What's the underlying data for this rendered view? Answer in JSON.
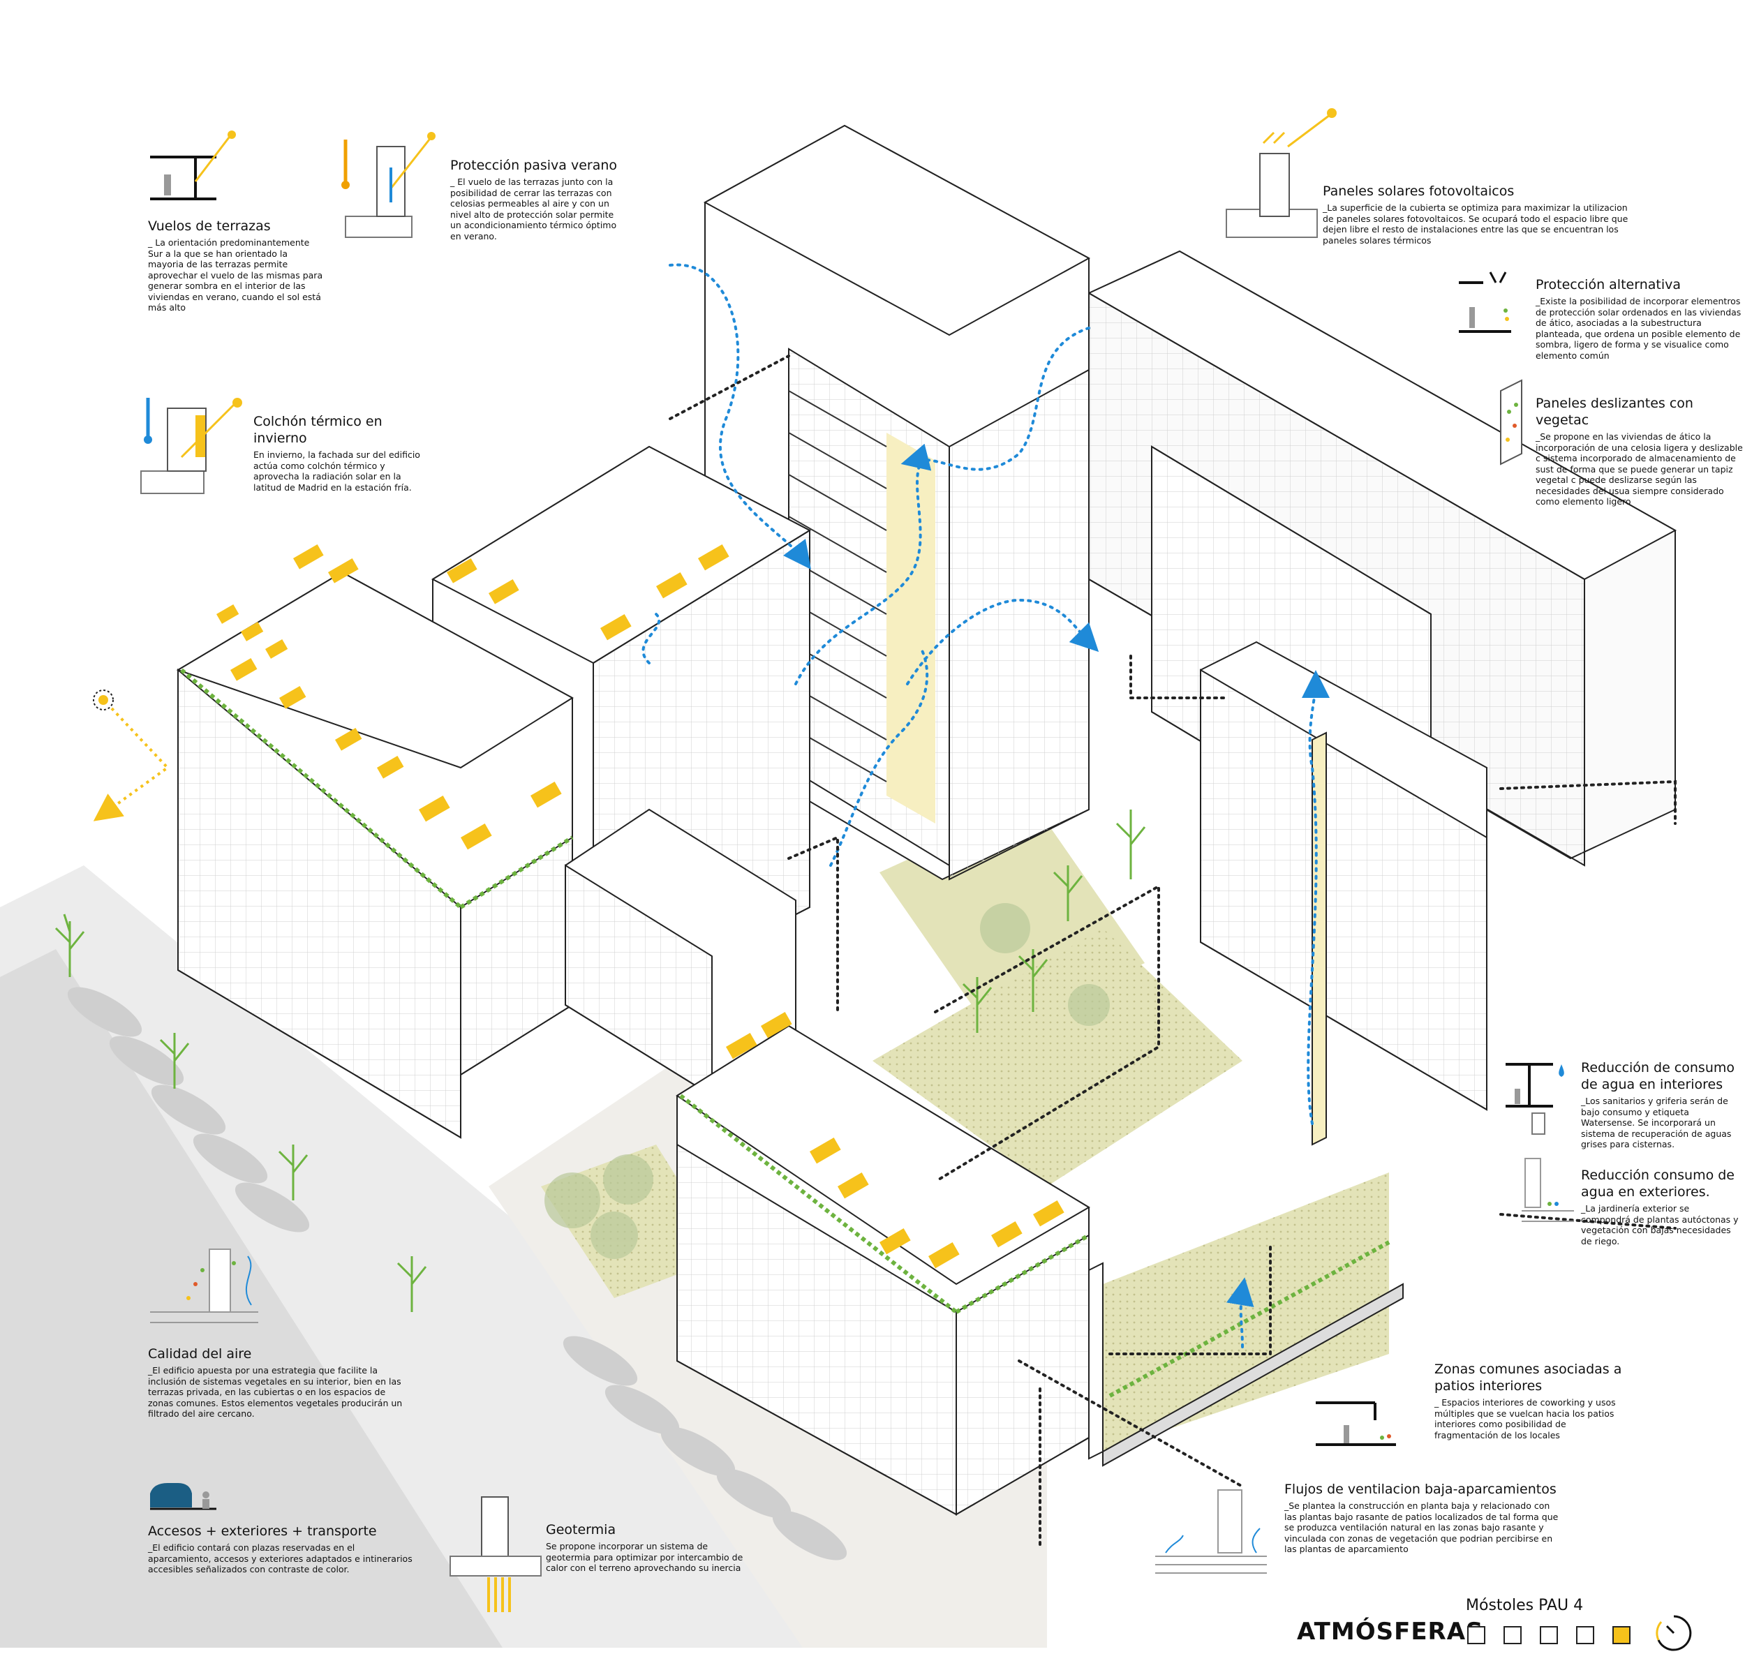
{
  "colors": {
    "yellow": "#f6c21b",
    "blue": "#1f8ad8",
    "green": "#6db33f",
    "line": "#222222",
    "ground": "#e8e6e0"
  },
  "annotations": {
    "vuelos": {
      "title": "Vuelos de terrazas",
      "text": "_ La orientación predominantemente Sur a la que se han orientado la mayoria de las terrazas permite aprovechar el vuelo de las mismas para generar sombra en el interior de las viviendas en verano, cuando el sol está más alto"
    },
    "proteccion_pasiva": {
      "title": "Protección pasiva verano",
      "text": "_ El vuelo de las terrazas junto con la posibilidad de cerrar las terrazas con celosias permeables al aire y con un nivel alto de protección solar permite un acondicionamiento térmico óptimo en verano."
    },
    "colchon": {
      "title": "Colchón térmico en invierno",
      "text": "En invierno, la fachada sur del edificio actúa como colchón térmico y aprovecha la radiación solar en la latitud de Madrid en la estación fría."
    },
    "paneles_solares": {
      "title": "Paneles solares fotovoltaicos",
      "text": "_La superficie de la cubierta se optimiza para maximizar la utilizacion de paneles solares fotovoltaicos. Se ocupará todo el espacio libre que dejen libre el resto de instalaciones entre las que se encuentran los paneles solares térmicos"
    },
    "proteccion_alternativa": {
      "title": "Protección alternativa",
      "text": "_Existe la posibilidad de incorporar elementros de protección solar ordenados en las viviendas de ático, asociadas a la subestructura planteada, que ordena un posible elemento de sombra, ligero de forma y se visualice como elemento común"
    },
    "paneles_deslizantes": {
      "title": "Paneles deslizantes con vegetac",
      "text": "_Se propone en las viviendas de ático la incorporación de una celosia ligera y deslizable c sistema incorporado de almacenamiento de sust de forma que se puede generar un tapiz vegetal c puede deslizarse según las necesidades del usua siempre considerado como elemento ligero"
    },
    "agua_interiores": {
      "title": "Reducción de consumo de agua en interiores",
      "text": "_Los sanitarios y griferia serán de bajo consumo y etiqueta Watersense. Se incorporará un sistema de recuperación de aguas grises para cisternas."
    },
    "agua_exteriores": {
      "title": "Reducción consumo de agua en exteriores.",
      "text": "_La jardinería exterior se compondrá de plantas autóctonas y vegetación con bajas necesidades de riego."
    },
    "calidad_aire": {
      "title": "Calidad del aire",
      "text": "_El edificio apuesta por una estrategia que facilite la inclusión de sistemas vegetales en su interior, bien en las terrazas privada, en las cubiertas o en los espacios de zonas comunes. Estos elementos vegetales producirán un filtrado del aire cercano."
    },
    "zonas_comunes": {
      "title": "Zonas comunes asociadas a patios interiores",
      "text": "_ Espacios interiores de coworking y usos múltiples que se vuelcan hacia los patios interiores como posibilidad de fragmentación de los locales"
    },
    "accesos": {
      "title": "Accesos + exteriores + transporte",
      "text": "_El edificio contará con plazas reservadas en el aparcamiento, accesos y exteriores adaptados e intinerarios accesibles señalizados con contraste de color."
    },
    "geotermia": {
      "title": "Geotermia",
      "text": "Se propone incorporar un sistema de geotermia para optimizar por intercambio de calor con el terreno aprovechando su inercia"
    },
    "flujos": {
      "title": "Flujos de ventilacion baja-aparcamientos",
      "text": "_Se plantea la construcción en planta baja y relacionado con las plantas bajo rasante de patios localizados de tal forma que se produzca ventilación natural en las zonas bajo rasante y vinculada con zonas de vegetación que podrian percibirse en las plantas de aparcamiento"
    }
  },
  "footer": {
    "title": "ATMÓSFERAS",
    "subtitle": "Móstoles PAU 4",
    "stage_count": 5,
    "active_stage": 5
  }
}
